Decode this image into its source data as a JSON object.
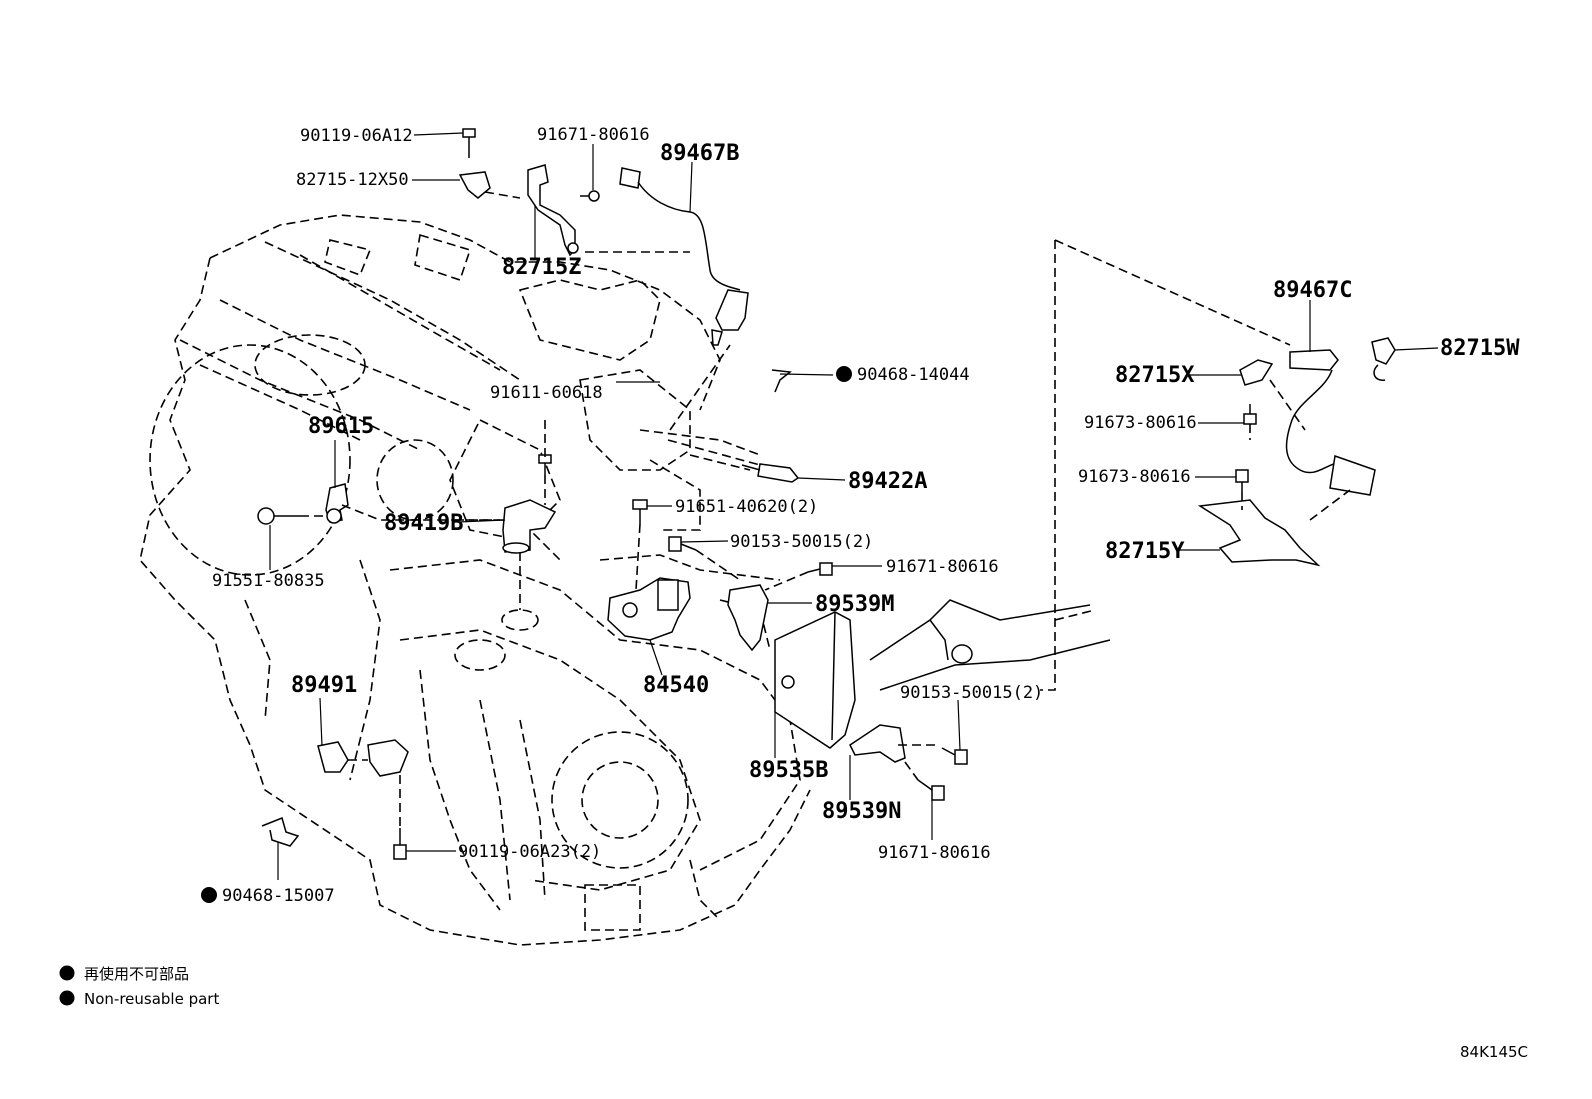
{
  "labels": {
    "p90119_06A12": "90119-06A12",
    "p91671_80616_a": "91671-80616",
    "p89467B": "89467B",
    "p82715_12X50": "82715-12X50",
    "p82715Z": "82715Z",
    "p89467C": "89467C",
    "p82715W": "82715W",
    "p82715X": "82715X",
    "p90468_14044": "90468-14044",
    "p91611_60618": "91611-60618",
    "p91673_80616_a": "91673-80616",
    "p91673_80616_b": "91673-80616",
    "p89615": "89615",
    "p89422A": "89422A",
    "p89419B": "89419B",
    "p91651_40620": "91651-40620(2)",
    "p90153_50015_a": "90153-50015(2)",
    "p82715Y": "82715Y",
    "p91551_80835": "91551-80835",
    "p91671_80616_b": "91671-80616",
    "p89539M": "89539M",
    "p89491": "89491",
    "p84540": "84540",
    "p90153_50015_b": "90153-50015(2)",
    "p89535B": "89535B",
    "p89539N": "89539N",
    "p90119_06A23": "90119-06A23(2)",
    "p91671_80616_c": "91671-80616",
    "p90468_15007": "90468-15007"
  },
  "legend": {
    "jp": "再使用不可部品",
    "en": "Non-reusable part"
  },
  "figure_id": "84K145C"
}
